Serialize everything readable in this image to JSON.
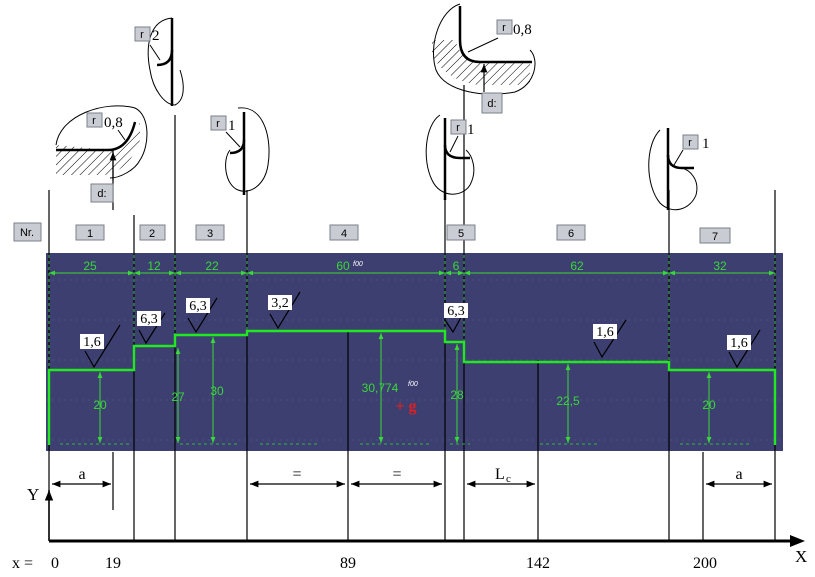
{
  "segment_header": {
    "label": "Nr."
  },
  "segments": [
    {
      "number": "1",
      "length": "25",
      "roughness": "1,6",
      "diameter": "20"
    },
    {
      "number": "2",
      "length": "12",
      "roughness": "6,3",
      "diameter": "27"
    },
    {
      "number": "3",
      "length": "22",
      "roughness": "6,3",
      "diameter": "30"
    },
    {
      "number": "4",
      "length": "60",
      "length_tolerance": "f00",
      "roughness": "3,2",
      "diameter": "30,774",
      "diameter_tolerance": "f00",
      "diameter_note": "+ g"
    },
    {
      "number": "5",
      "length": "6",
      "roughness": "6,3",
      "diameter": "28"
    },
    {
      "number": "6",
      "length": "62",
      "roughness": "1,6",
      "diameter": "22,5"
    },
    {
      "number": "7",
      "length": "32",
      "roughness": "1,6",
      "diameter": "20"
    }
  ],
  "details": {
    "r2": {
      "label": "r",
      "value": "2"
    },
    "r08_left": {
      "label": "r",
      "value": "0,8",
      "d_label": "d:"
    },
    "r1_a": {
      "label": "r",
      "value": "1"
    },
    "r08_right": {
      "label": "r",
      "value": "0,8",
      "d_label": "d:"
    },
    "r1_b": {
      "label": "r",
      "value": "1"
    },
    "r1_c": {
      "label": "r",
      "value": "1"
    }
  },
  "lower_dims": {
    "a_left": "a",
    "eq_left": "=",
    "eq_right": "=",
    "lc_main": "L",
    "lc_sub": "c",
    "a_right": "a"
  },
  "axes": {
    "y_label": "Y",
    "x_label": "X",
    "x_prefix": "x =",
    "ticks": [
      "0",
      "19",
      "89",
      "142",
      "200"
    ]
  },
  "colors": {
    "panel": "#3c3f70",
    "profile": "#22e822",
    "dims": "#39d839",
    "annotation": "#e02020",
    "tag_bg": "#c9cdd3"
  }
}
